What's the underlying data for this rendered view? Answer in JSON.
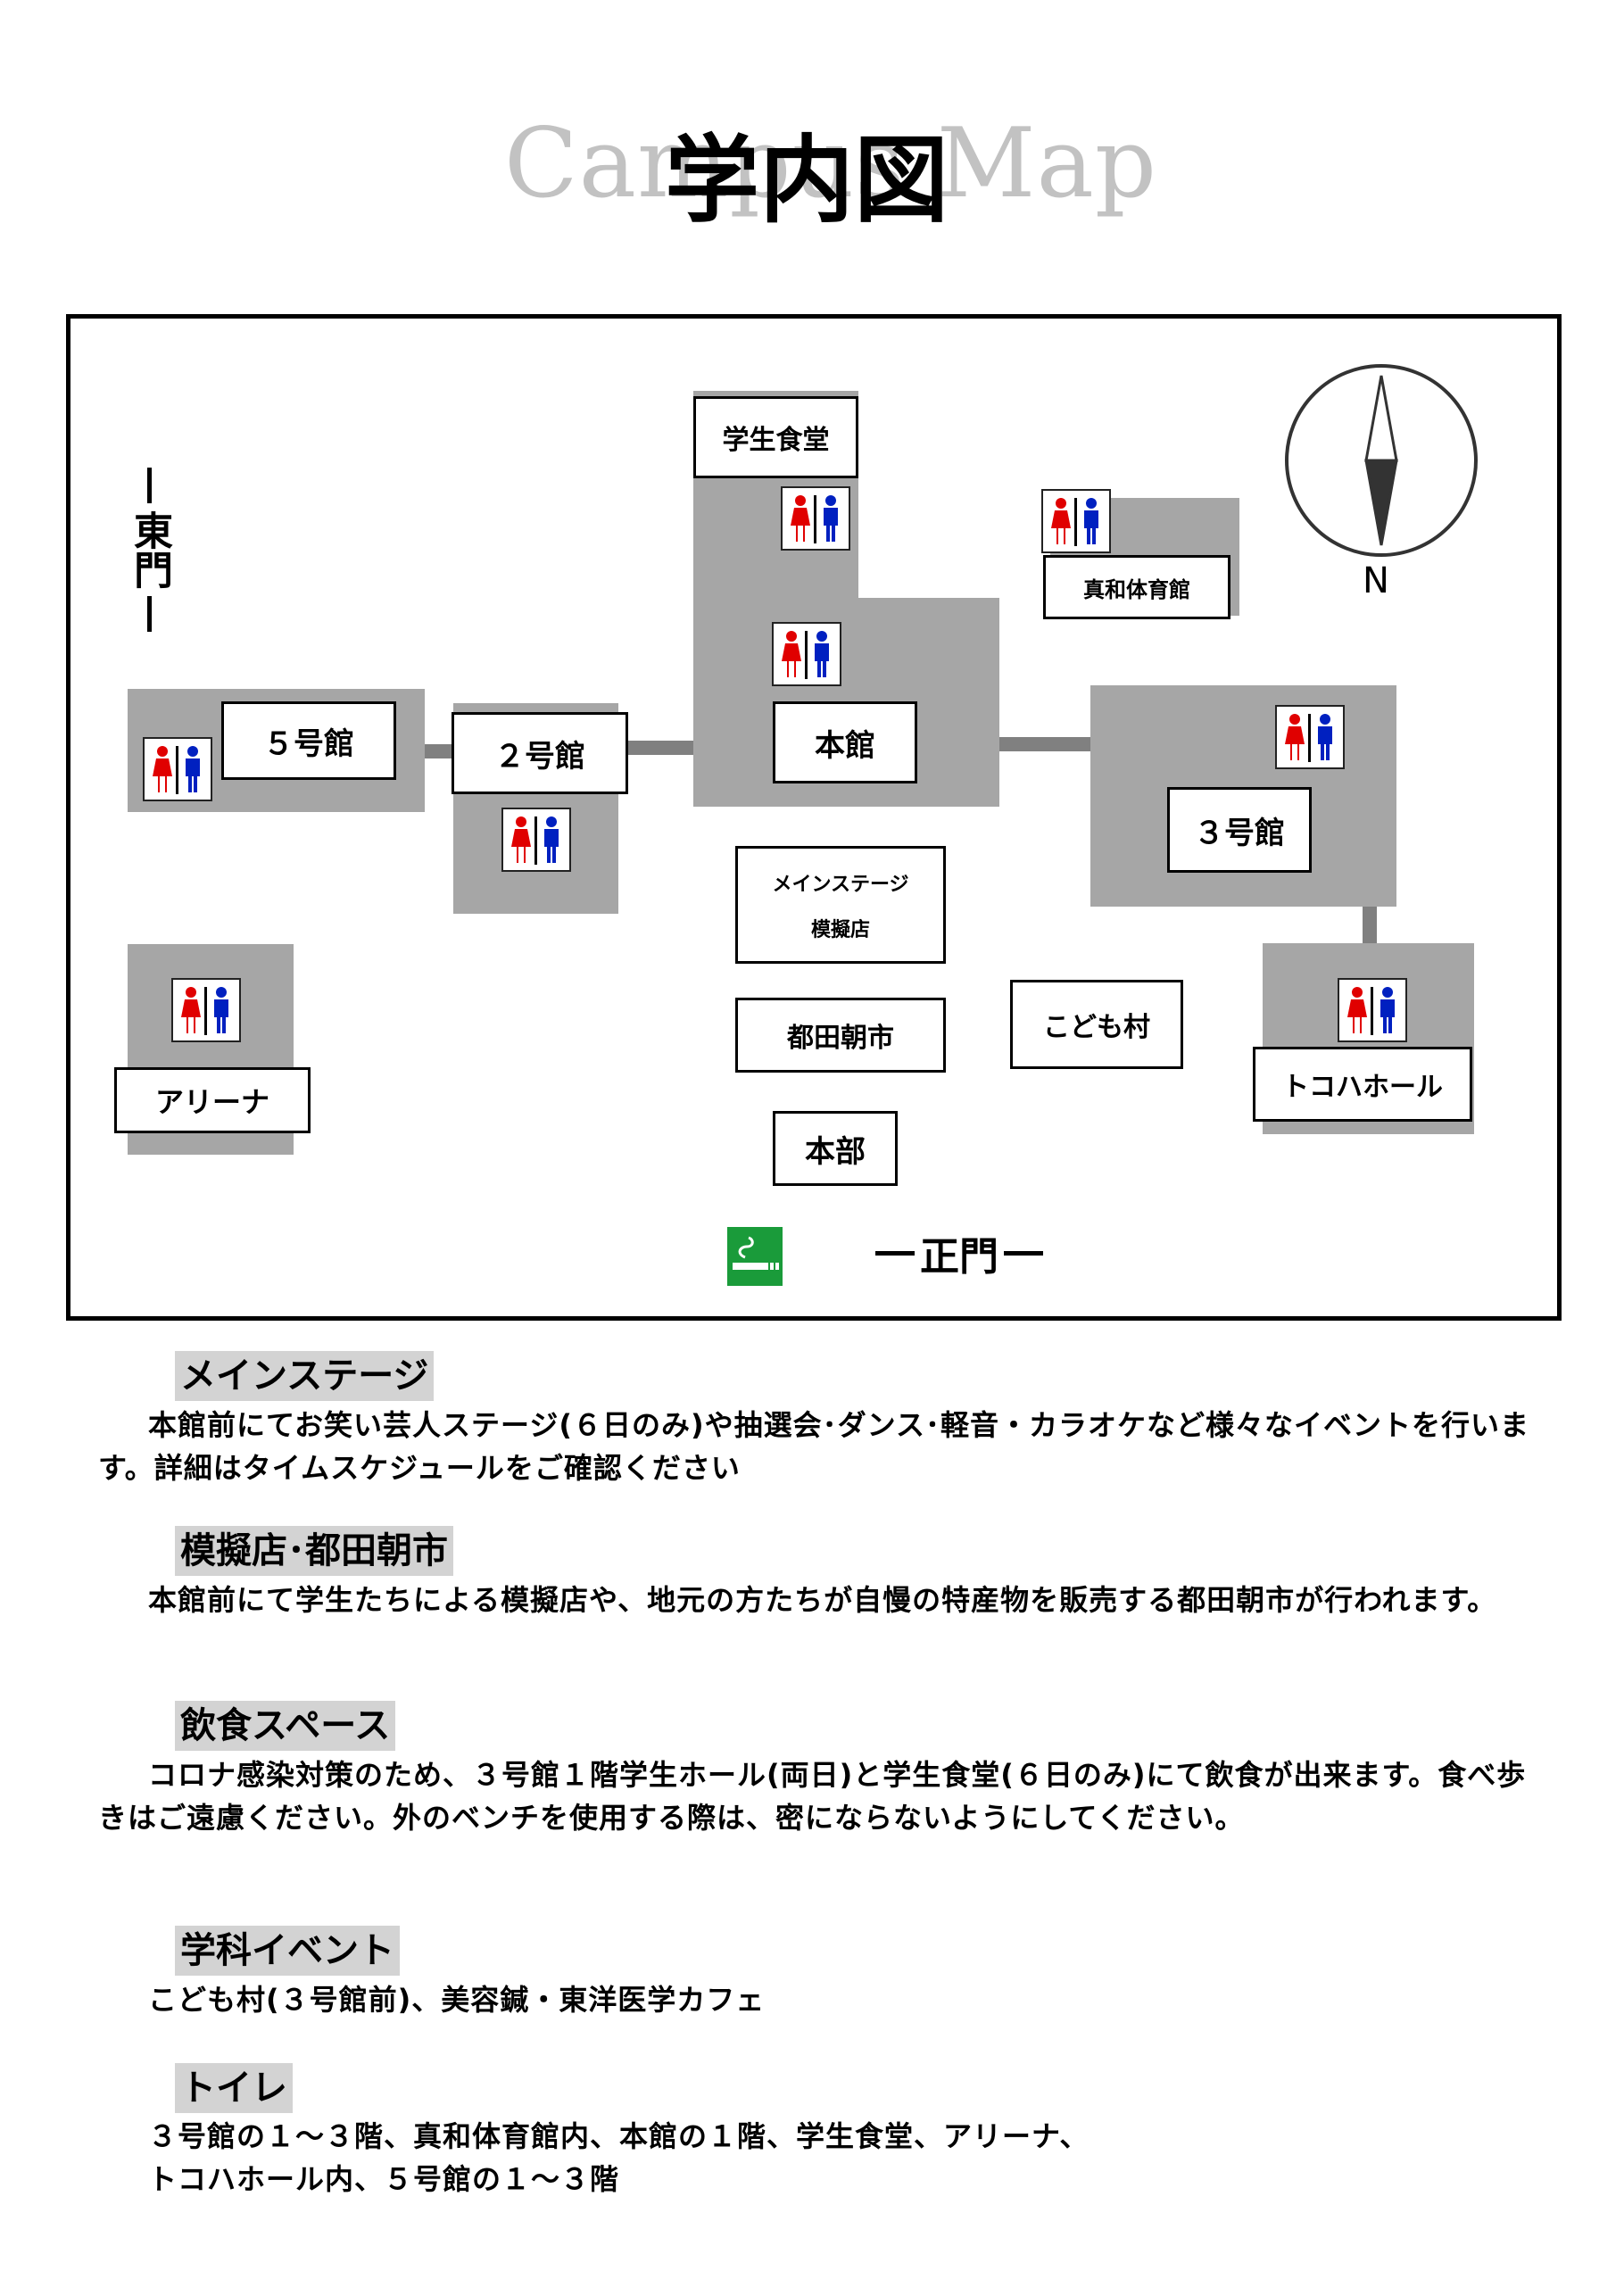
{
  "title": {
    "background_text": "Campus Map",
    "main_text": "学内図"
  },
  "map": {
    "gates": {
      "east": "東門",
      "main": "正門"
    },
    "buildings": {
      "cafeteria": "学生食堂",
      "gym": "真和体育館",
      "building5": "５号館",
      "building2": "２号館",
      "main_hall": "本館",
      "building3": "３号館",
      "main_stage": "メインステージ",
      "mock_shop": "模擬店",
      "tsuda_market": "都田朝市",
      "kids_village": "こども村",
      "arena": "アリーナ",
      "tokoha_hall": "トコハホール",
      "headquarters": "本部"
    },
    "compass_label": "N",
    "icons": [
      "restroom-icon",
      "smoking-area-icon",
      "compass-icon"
    ],
    "colors": {
      "zone": "#a6a6a6",
      "connector": "#808080",
      "female": "#e00000",
      "male": "#0020c0",
      "smoking": "#1a9b3a"
    }
  },
  "sections": [
    {
      "heading": "メインステージ",
      "body": "本館前にてお笑い芸人ステージ(６日のみ)や抽選会･ダンス･軽音・カラオケなど様々なイベントを行います。詳細はタイムスケジュールをご確認ください"
    },
    {
      "heading": "模擬店･都田朝市",
      "body": "本館前にて学生たちによる模擬店や、地元の方たちが自慢の特産物を販売する都田朝市が行われます。"
    },
    {
      "heading": "飲食スペース",
      "body": "コロナ感染対策のため、３号館１階学生ホール(両日)と学生食堂(６日のみ)にて飲食が出来ます。食べ歩きはご遠慮ください。外のベンチを使用する際は、密にならないようにしてください。"
    },
    {
      "heading": "学科イベント",
      "body": "こども村(３号館前)、美容鍼・東洋医学カフェ"
    },
    {
      "heading": "トイレ",
      "body_lines": [
        "３号館の１～３階、真和体育館内、本館の１階、学生食堂、アリーナ、",
        "トコハホール内、５号館の１～３階"
      ]
    }
  ]
}
